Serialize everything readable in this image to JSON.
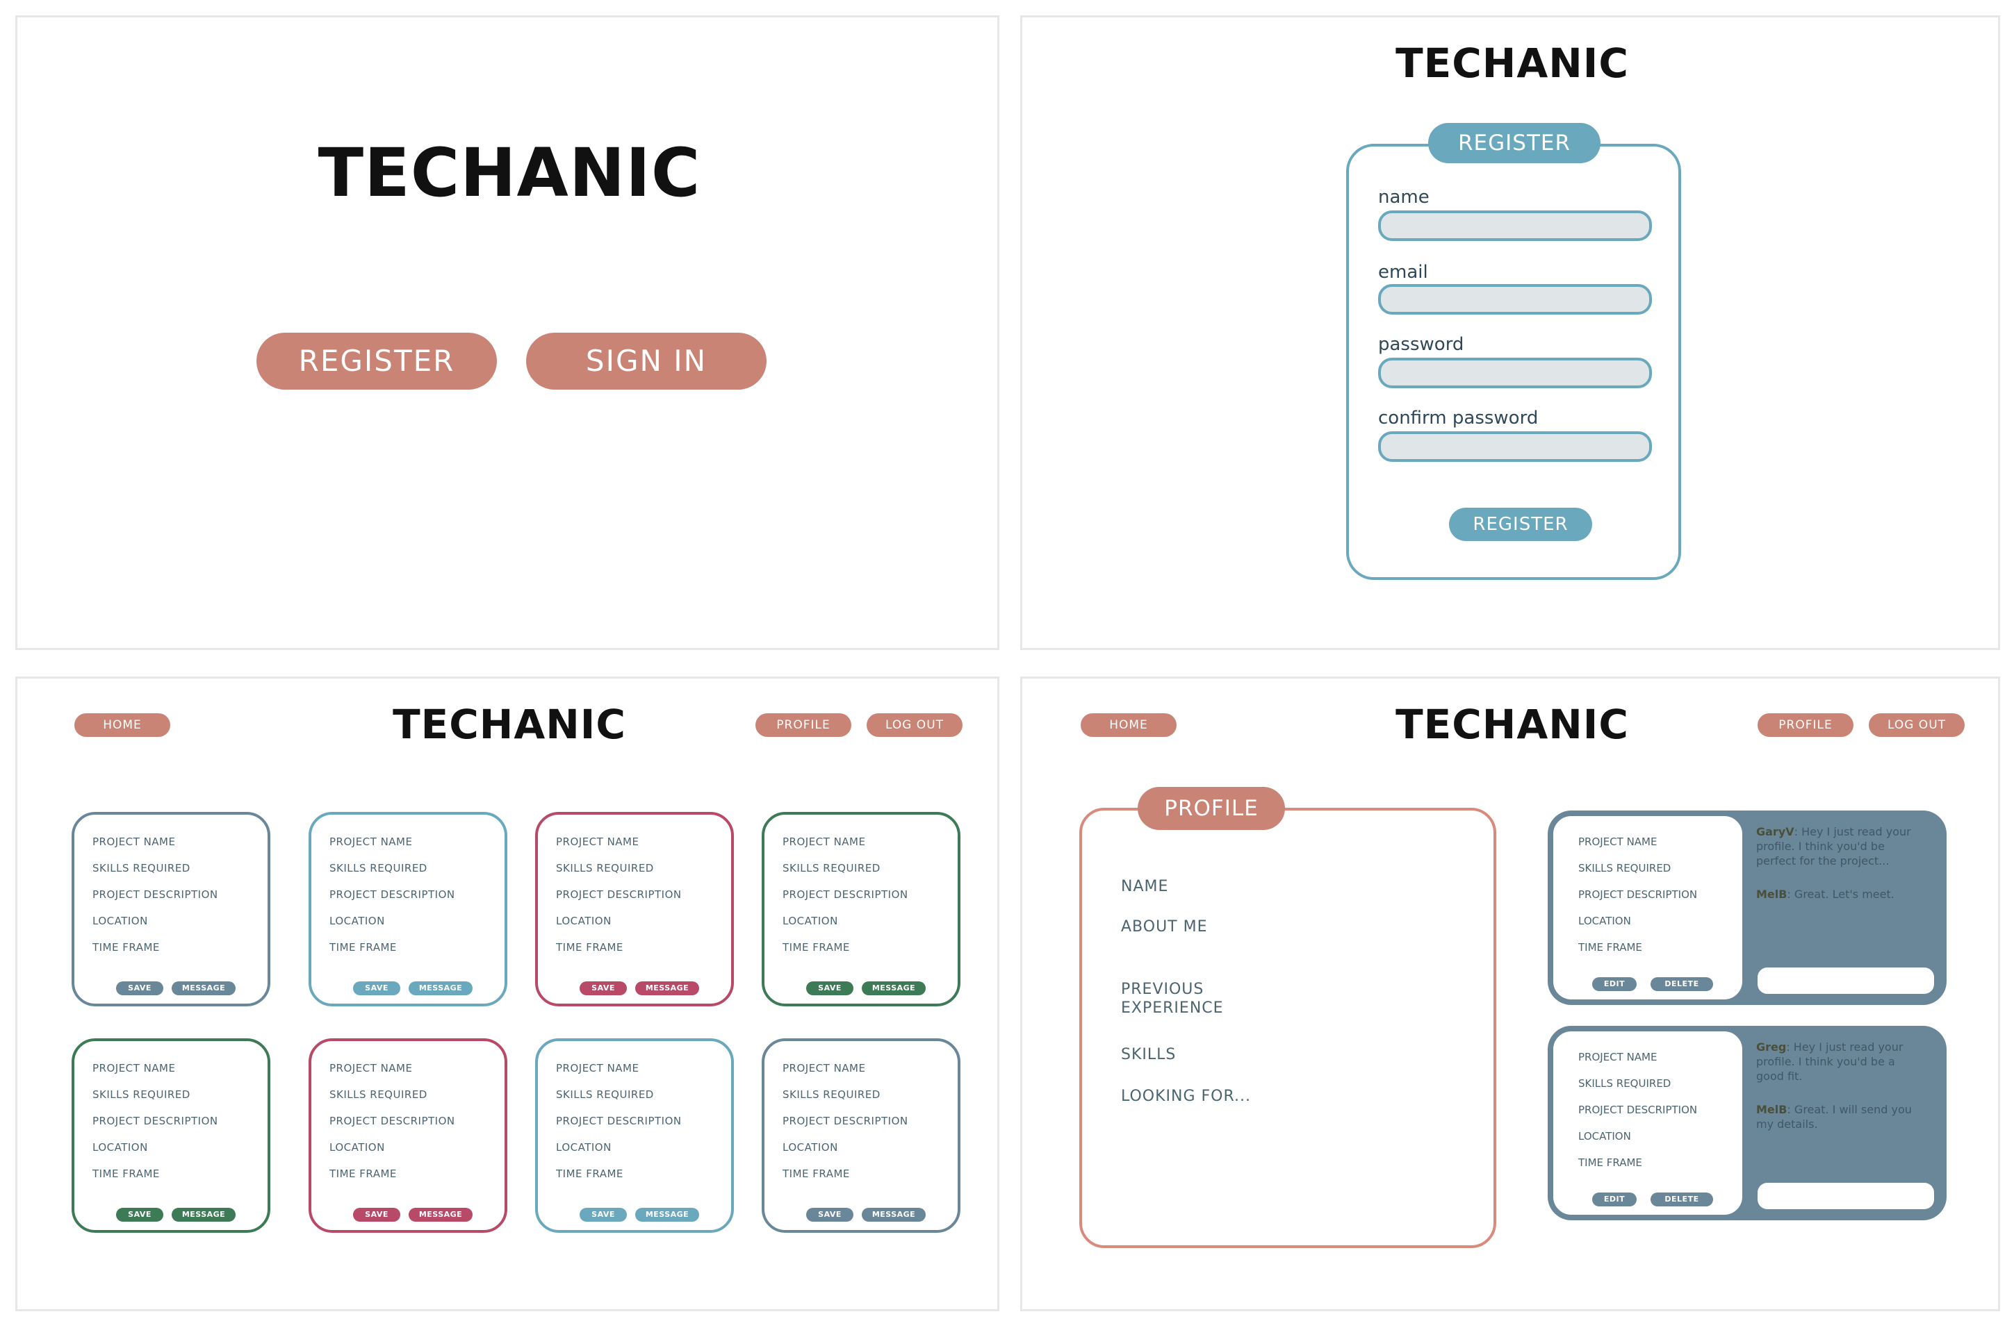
{
  "brand": "TECHANIC",
  "colors": {
    "coral": "#c98476",
    "blue": "#6aa8bd",
    "slate": "#6a8799",
    "rose": "#b84a68",
    "green": "#3d7a56",
    "teal": "#6aa8bd"
  },
  "landing": {
    "register_label": "REGISTER",
    "signin_label": "SIGN IN"
  },
  "register_form": {
    "header": "REGISTER",
    "fields": [
      {
        "label": "name",
        "value": ""
      },
      {
        "label": "email",
        "value": ""
      },
      {
        "label": "password",
        "value": ""
      },
      {
        "label": "confirm password",
        "value": ""
      }
    ],
    "submit_label": "REGISTER"
  },
  "nav": {
    "home": "HOME",
    "profile": "PROFILE",
    "logout": "LOG OUT"
  },
  "project_card": {
    "lines": [
      "PROJECT NAME",
      "SKILLS REQUIRED",
      "PROJECT DESCRIPTION",
      "LOCATION",
      "TIME FRAME"
    ],
    "save": "SAVE",
    "message": "MESSAGE"
  },
  "project_cards": [
    {
      "color": "#6a8799"
    },
    {
      "color": "#6aa8bd"
    },
    {
      "color": "#b84a68"
    },
    {
      "color": "#3d7a56"
    },
    {
      "color": "#3d7a56"
    },
    {
      "color": "#b84a68"
    },
    {
      "color": "#6aa8bd"
    },
    {
      "color": "#6a8799"
    }
  ],
  "profile": {
    "header": "PROFILE",
    "items": [
      "NAME",
      "ABOUT ME",
      "PREVIOUS\nEXPERIENCE",
      "SKILLS",
      "LOOKING FOR..."
    ]
  },
  "my_projects": {
    "edit": "EDIT",
    "delete": "DELETE",
    "chats": [
      {
        "sender1": "GaryV",
        "text1": ": Hey I just read your profile. I think you'd be perfect for the project...",
        "sender2": "MelB",
        "text2": ": Great. Let's meet."
      },
      {
        "sender1": "Greg",
        "text1": ": Hey I just read your profile. I think you'd be a good fit.",
        "sender2": "MelB",
        "text2": ": Great. I will send you my details."
      }
    ]
  }
}
